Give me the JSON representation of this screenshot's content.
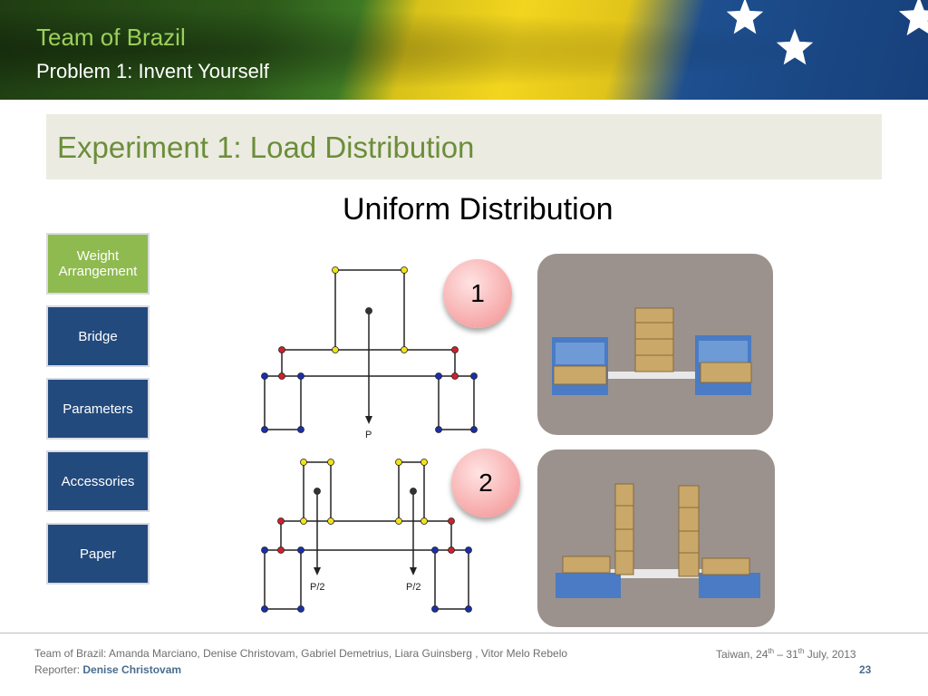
{
  "header": {
    "team": "Team of Brazil",
    "problem": "Problem 1: Invent Yourself"
  },
  "slide": {
    "title": "Experiment 1: Load Distribution",
    "subtitle": "Uniform Distribution"
  },
  "nav": {
    "items": [
      {
        "label": "Weight Arrangement",
        "active": true
      },
      {
        "label": "Bridge",
        "active": false
      },
      {
        "label": "Parameters",
        "active": false
      },
      {
        "label": "Accessories",
        "active": false
      },
      {
        "label": "Paper",
        "active": false
      }
    ]
  },
  "diagrams": {
    "top_load": "P",
    "bottom_load_left": "P/2",
    "bottom_load_right": "P/2"
  },
  "markers": {
    "first": "1",
    "second": "2"
  },
  "footer": {
    "authors": "Team of Brazil: Amanda Marciano, Denise Christovam, Gabriel Demetrius, Liara Guinsberg , Vitor Melo Rebelo",
    "reporter_label": "Reporter:",
    "reporter_name": "Denise Christovam",
    "location_prefix": "Taiwan, 24",
    "sup_start": "th",
    "date_mid": " – 31",
    "sup_end": "th",
    "date_suffix": " July, 2013",
    "page_number": "23"
  },
  "colors": {
    "accent_green": "#6b8e3a",
    "nav_blue": "#234a7d",
    "nav_active": "#8fba4f",
    "node_yellow": "#f2e21a",
    "node_red": "#d0202a",
    "node_blue": "#1a2fa8"
  }
}
